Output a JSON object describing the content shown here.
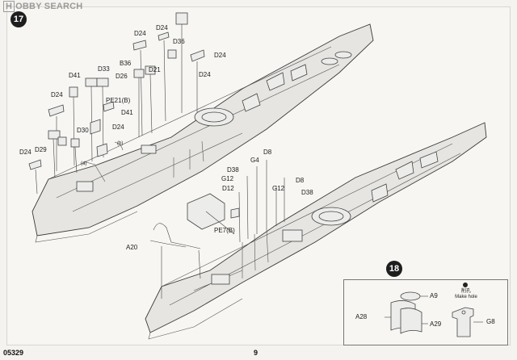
{
  "watermark": {
    "brand_box": "H",
    "brand_rest": "OBBY SEARCH"
  },
  "steps": {
    "main": "17",
    "inset": "18"
  },
  "labels": {
    "d24_a": "D24",
    "d36": "D36",
    "d24_b": "D24",
    "b36": "B36",
    "d26": "D26",
    "d21": "D21",
    "d24_c": "D24",
    "d33": "D33",
    "d41_a": "D41",
    "d24_d": "D24",
    "pe21b": "PE21(B)",
    "d41_b": "D41",
    "d24_e": "D24",
    "d30": "D30",
    "d24_f": "D24",
    "d29": "D29",
    "mark_a": "(a)",
    "mark_b": "(b)",
    "d8_a": "D8",
    "g4": "G4",
    "d38_a": "D38",
    "g12_a": "G12",
    "d8_b": "D8",
    "d12": "D12",
    "g12_b": "G12",
    "d38_b": "D38",
    "pe7b": "PE7(B)",
    "a20": "A20"
  },
  "inset": {
    "a9": "A9",
    "a28": "A28",
    "a29": "A29",
    "g8": "G8",
    "note_jp": "削孔",
    "note_en": "Make hole"
  },
  "footer": {
    "code": "05329",
    "page": "9"
  }
}
